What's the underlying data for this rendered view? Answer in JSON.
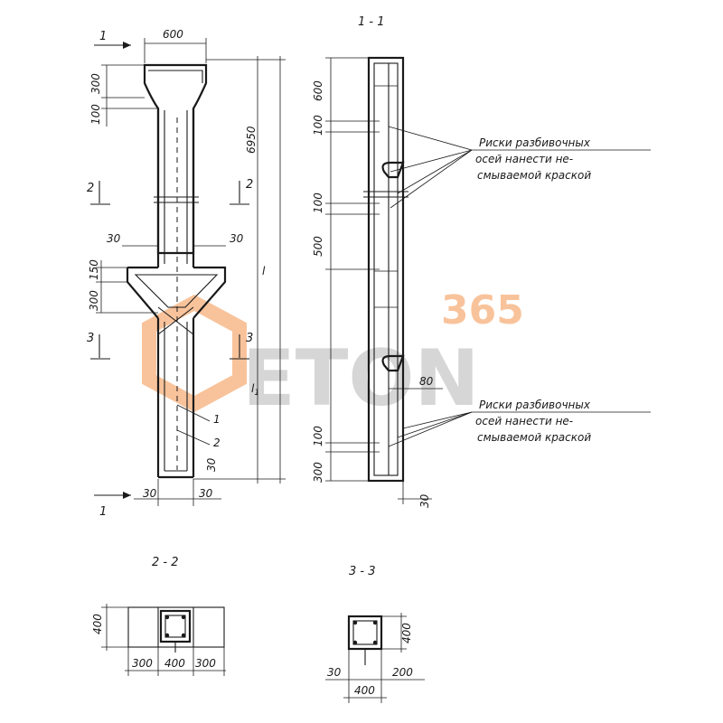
{
  "sections": {
    "s11": "1 - 1",
    "s22": "2 - 2",
    "s33": "3 - 3",
    "cut1": "1",
    "cut2": "2",
    "cut3": "3"
  },
  "dims": {
    "width_600": "600",
    "d300": "300",
    "d100": "100",
    "total_6950": "6950",
    "d30": "30",
    "d150": "150",
    "d500": "500",
    "d600": "600",
    "d80": "80",
    "d400": "400",
    "d200": "200",
    "d300b": "300"
  },
  "labels": {
    "l": "l",
    "l1": "l",
    "l1_sub": "1",
    "pos1": "1",
    "pos2": "2"
  },
  "notes": {
    "marks_line1": "Риски разбивочных",
    "marks_line2": "осей нанести не-",
    "marks_line3": "смываемой краской"
  },
  "watermark": {
    "number": "365",
    "brand": "ETON",
    "colors": {
      "orange": "#f7b98a",
      "gray": "#cfcfcf"
    }
  }
}
